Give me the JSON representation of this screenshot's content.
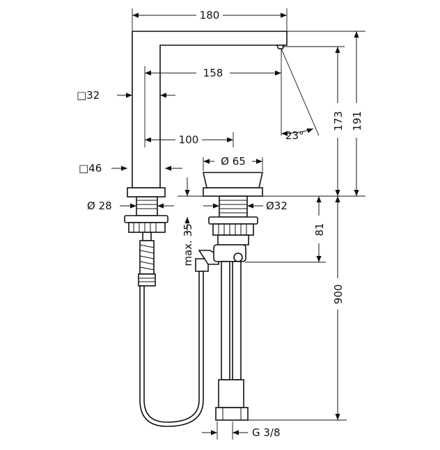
{
  "dimensions": {
    "width_top": "180",
    "spout_reach": "158",
    "spout_square": "□32",
    "body_offset": "100",
    "base_square": "□46",
    "handle_diameter": "Ø 65",
    "spout_thread": "Ø 28",
    "handle_thread": "Ø32",
    "angle": "23°",
    "height_outlet": "173",
    "height_total": "191",
    "max_thickness": "max. 35",
    "below_deck_valve": "81",
    "hose_length": "900",
    "connection_thread": "G 3/8"
  }
}
